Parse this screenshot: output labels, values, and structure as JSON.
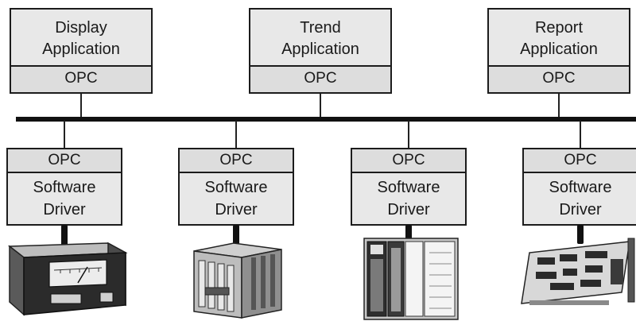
{
  "applications": [
    {
      "line1": "Display",
      "line2": "Application",
      "interface": "OPC"
    },
    {
      "line1": "Trend",
      "line2": "Application",
      "interface": "OPC"
    },
    {
      "line1": "Report",
      "line2": "Application",
      "interface": "OPC"
    }
  ],
  "drivers": [
    {
      "interface": "OPC",
      "line1": "Software",
      "line2": "Driver",
      "device_icon": "panel-meter-icon"
    },
    {
      "interface": "OPC",
      "line1": "Software",
      "line2": "Driver",
      "device_icon": "controller-chassis-icon"
    },
    {
      "interface": "OPC",
      "line1": "Software",
      "line2": "Driver",
      "device_icon": "plc-rack-icon"
    },
    {
      "interface": "OPC",
      "line1": "Software",
      "line2": "Driver",
      "device_icon": "interface-card-icon"
    }
  ]
}
